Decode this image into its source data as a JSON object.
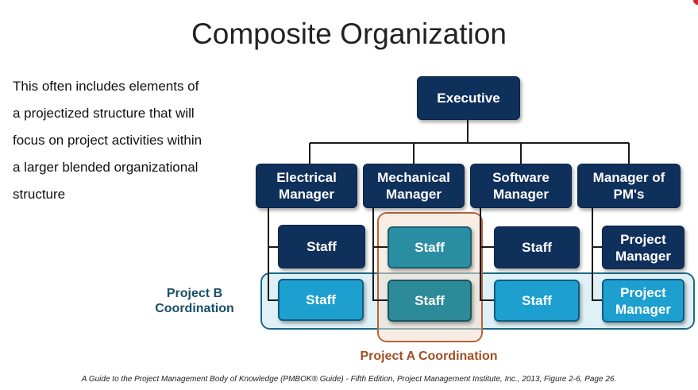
{
  "slide": {
    "title": "Composite Organization",
    "description_lines": [
      "This often includes elements of",
      "a projectized structure that will",
      "focus on project activities within",
      "a larger blended organizational",
      "structure"
    ],
    "footer": "A Guide to the Project Management Body of Knowledge (PMBOK® Guide) - Fifth Edition, Project Management Institute, Inc., 2013, Figure 2-6, Page 26."
  },
  "org_chart": {
    "executive": "Executive",
    "managers": [
      {
        "line1": "Electrical",
        "line2": "Manager"
      },
      {
        "line1": "Mechanical",
        "line2": "Manager"
      },
      {
        "line1": "Software",
        "line2": "Manager"
      },
      {
        "line1": "Manager of",
        "line2": "PM's"
      }
    ],
    "row1": [
      "Staff",
      "Staff",
      "Staff"
    ],
    "row1_pm": {
      "line1": "Project",
      "line2": "Manager"
    },
    "row2": [
      "Staff",
      "Staff",
      "Staff"
    ],
    "row2_pm": {
      "line1": "Project",
      "line2": "Manager"
    },
    "project_b_label_line1": "Project B",
    "project_b_label_line2": "Coordination",
    "project_a_label": "Project A Coordination"
  },
  "colors": {
    "navy": "#10305c",
    "cyan": "#1d9fd0",
    "teal": "#2a8ea3",
    "project_a": "#a04f25",
    "project_b": "#18506a"
  }
}
